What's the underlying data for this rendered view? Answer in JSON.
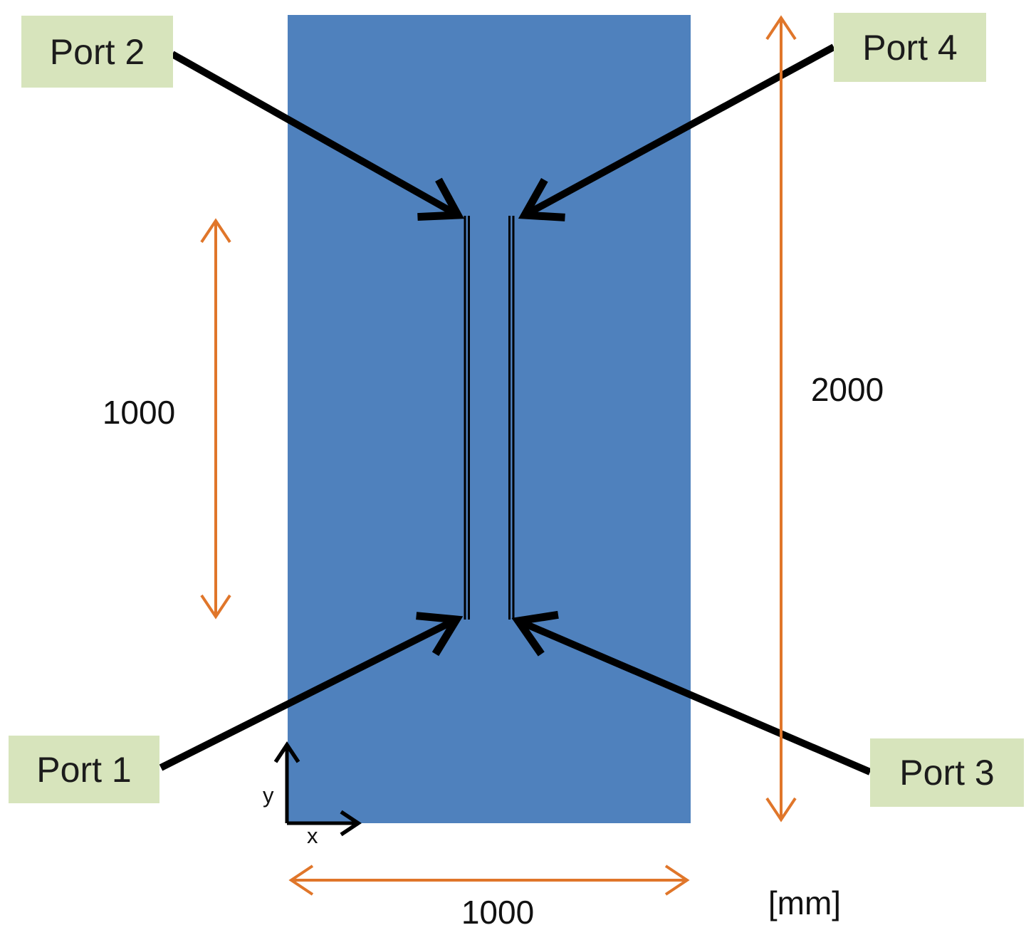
{
  "colors": {
    "plate_blue": "#4f81bd",
    "label_green_bg": "#d7e4bc",
    "dimension_orange": "#e0762a",
    "arrow_black": "#000000"
  },
  "ports": {
    "port1": {
      "label": "Port 1"
    },
    "port2": {
      "label": "Port 2"
    },
    "port3": {
      "label": "Port 3"
    },
    "port4": {
      "label": "Port 4"
    }
  },
  "dimensions": {
    "slot_length_mm": "1000",
    "plate_height_mm": "2000",
    "plate_width_mm": "1000",
    "units_label": "[mm]"
  },
  "axes": {
    "x_label": "x",
    "y_label": "y"
  }
}
